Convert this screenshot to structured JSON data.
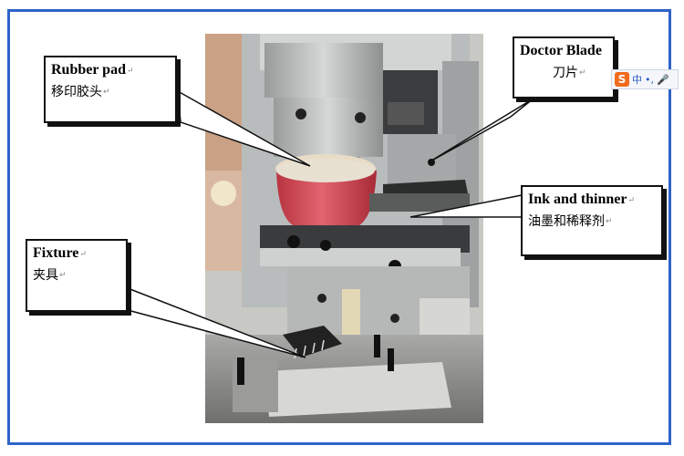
{
  "labels": {
    "rubber_pad": {
      "en": "Rubber pad",
      "zh": "移印胶头"
    },
    "doctor_blade": {
      "en": "Doctor Blade",
      "zh": "刀片"
    },
    "ink_thinner": {
      "en": "Ink and thinner",
      "zh": "油墨和稀释剂"
    },
    "fixture": {
      "en": "Fixture",
      "zh": "夹具"
    }
  },
  "return_mark": "↵",
  "ime_toolbar": {
    "logo": "S",
    "mode": "中",
    "punct": "•,",
    "mic": "🎤"
  },
  "colors": {
    "frame": "#2f63c8",
    "pad": "#d8535f",
    "machine": "#bfc1c1"
  }
}
